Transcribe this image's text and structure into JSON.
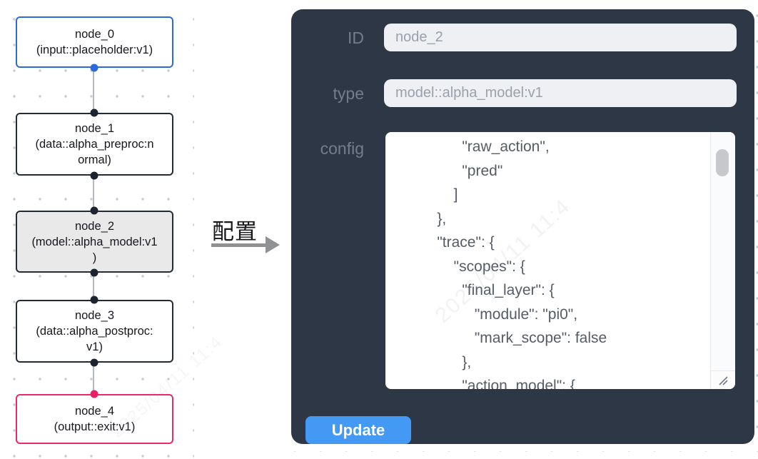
{
  "flow": {
    "nodes": [
      {
        "id": "node_0",
        "type": "input::placeholder:v1",
        "lines": "node_0\n(input::placeholder:v1)",
        "accent": "#2b6bd9",
        "selected": false
      },
      {
        "id": "node_1",
        "type": "data::alpha_preproc:normal",
        "lines": "node_1\n(data::alpha_preproc:n\normal)",
        "accent": "#252b35",
        "selected": false
      },
      {
        "id": "node_2",
        "type": "model::alpha_model:v1",
        "lines": "node_2\n(model::alpha_model:v1\n)",
        "accent": "#252b35",
        "selected": true
      },
      {
        "id": "node_3",
        "type": "data::alpha_postproc:v1",
        "lines": "node_3\n(data::alpha_postproc:\nv1)",
        "accent": "#252b35",
        "selected": false
      },
      {
        "id": "node_4",
        "type": "output::exit:v1",
        "lines": "node_4\n(output::exit:v1)",
        "accent": "#ea2a68",
        "selected": false
      }
    ],
    "handle_colors": {
      "input": "#2b6bd9",
      "default": "#1b2430",
      "output": "#ea1f63"
    }
  },
  "annotation": {
    "label": "配置"
  },
  "panel": {
    "background": "#2d3745",
    "id_label": "ID",
    "id_value": "node_2",
    "type_label": "type",
    "type_value": "model::alpha_model:v1",
    "config_label": "config",
    "config_lines": [
      "                \"raw_action\",",
      "                \"pred\"",
      "              ]",
      "          },",
      "          \"trace\": {",
      "              \"scopes\": {",
      "                \"final_layer\": {",
      "                   \"module\": \"pi0\",",
      "                   \"mark_scope\": false",
      "                },",
      "                \"action_model\": {"
    ],
    "update_label": "Update",
    "accent_color": "#4399f3"
  },
  "watermark": {
    "text": "2025/04/11 11:4"
  }
}
